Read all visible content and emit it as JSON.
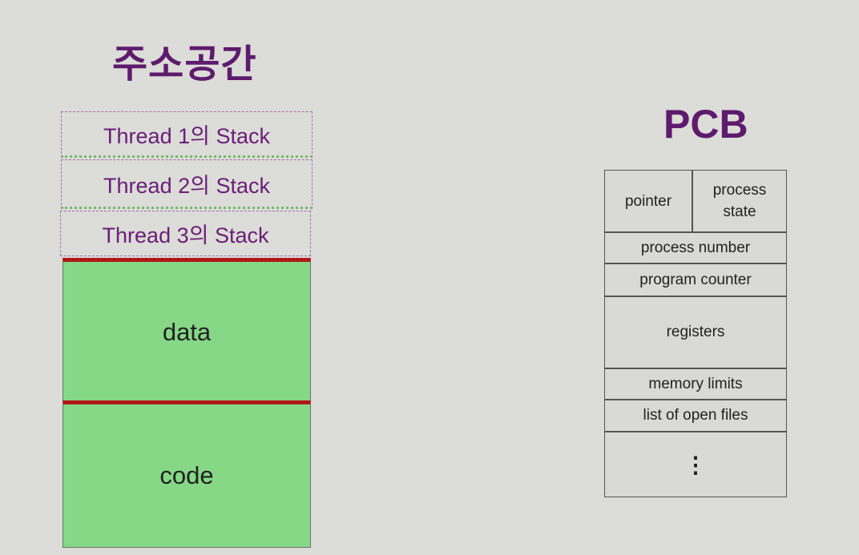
{
  "address_space": {
    "title": "주소공간",
    "stacks": [
      "Thread 1의 Stack",
      "Thread 2의 Stack",
      "Thread 3의 Stack"
    ],
    "data_label": "data",
    "code_label": "code"
  },
  "pcb": {
    "title": "PCB",
    "pointer": "pointer",
    "process_state": "process state",
    "process_number": "process number",
    "program_counter": "program counter",
    "registers": "registers",
    "memory_limits": "memory limits",
    "open_files": "list of open files",
    "more": "⋮"
  },
  "colors": {
    "title": "#5e1b6d",
    "stack_text": "#6a1e78",
    "memory_fill": "#86d886",
    "separator": "#b01818",
    "background": "#dcdcd8"
  }
}
